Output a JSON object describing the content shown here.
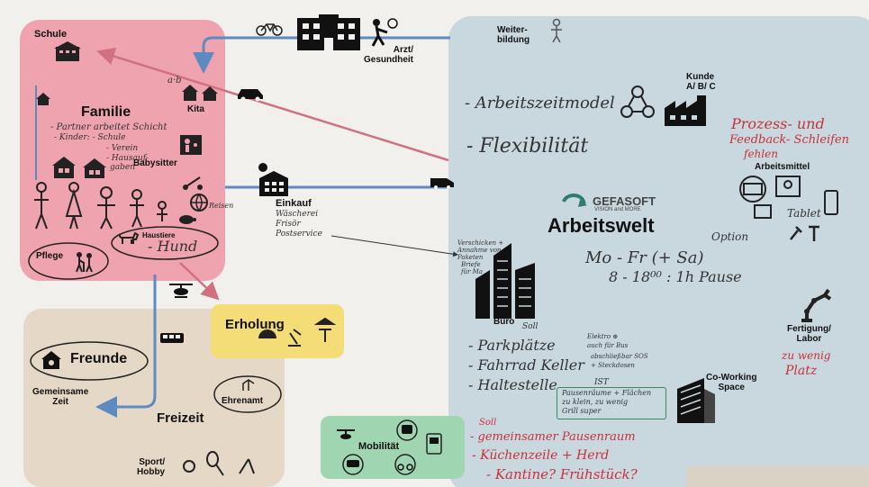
{
  "zones": {
    "familie": {
      "color": "#eea3ae"
    },
    "arbeitswelt": {
      "color": "#c9d7df"
    },
    "freizeit": {
      "color": "#e6d8c6"
    },
    "erholung": {
      "color": "#f4dd76"
    },
    "mobilitaet": {
      "color": "#9fd6b1"
    }
  },
  "labels": {
    "schule": "Schule",
    "arzt": "Arzt/\nGesundheit",
    "weiterbildung": "Weiter-\nbildung",
    "kita": "Kita",
    "familie": "Familie",
    "babysitter": "Babysitter",
    "einkauf": "Einkauf",
    "haustiere": "Haustiere",
    "pflege": "Pflege",
    "kunde": "Kunde\nA/ B/ C",
    "arbeitsmittel": "Arbeitsmittel",
    "arbeitswelt": "Arbeitswelt",
    "buero": "Büro",
    "fertigung": "Fertigung/\nLabor",
    "coworking": "Co-Working\nSpace",
    "erholung": "Erholung",
    "freunde": "Freunde",
    "gemeinsame_zeit": "Gemeinsame\nZeit",
    "ehrenamt": "Ehrenamt",
    "freizeit": "Freizeit",
    "sport": "Sport/\nHobby",
    "mobilitaet": "Mobilität",
    "reisen": "Reisen",
    "logo_name": "GEFASOFT",
    "logo_tag": "VISION and MORE"
  },
  "handwriting": {
    "familie_notes": [
      "- Partner arbeitet Schicht",
      "- Kinder: - Schule",
      "- Verein",
      "- Hausauf-",
      "gaben"
    ],
    "hund": "- Hund",
    "einkauf_notes": [
      "Wäscherei",
      "Frisör",
      "Postservice"
    ],
    "arbeitszeitmodel": "- Arbeitszeitmodel",
    "flexibilitaet": "- Flexibilität",
    "option": "Option",
    "hours1": "Mo - Fr (+ Sa)",
    "hours2": "8 - 18⁰⁰ : 1h Pause",
    "verschicken": [
      "Verschicken +",
      "Annahme von",
      "Paketen",
      "Briefe",
      "für Ma"
    ],
    "soll1": "Soll",
    "parkplaetze": "- Parkplätze",
    "parkplaetze_note": [
      "Elektro ⊕",
      "auch für Bus"
    ],
    "fahrrad": "- Fahrrad Keller",
    "fahrrad_note": [
      "abschließbar SOS",
      "+ Steckdosen"
    ],
    "haltestelle": "- Haltestelle",
    "ist": "IST",
    "pausen_box": [
      "Pausenräume + Flächen",
      "zu klein, zu wenig",
      "Grill super"
    ],
    "soll2": "Soll",
    "pausenraum": "- gemeinsamer Pausenraum",
    "kuechenzeile": "- Küchenzeile + Herd",
    "kantine": "- Kantine?  Frühstück?",
    "prozess": [
      "Prozess- und",
      "Feedback- Schleifen",
      "fehlen"
    ],
    "tablet": "Tablet",
    "zu_wenig": [
      "zu wenig",
      "Platz"
    ]
  }
}
